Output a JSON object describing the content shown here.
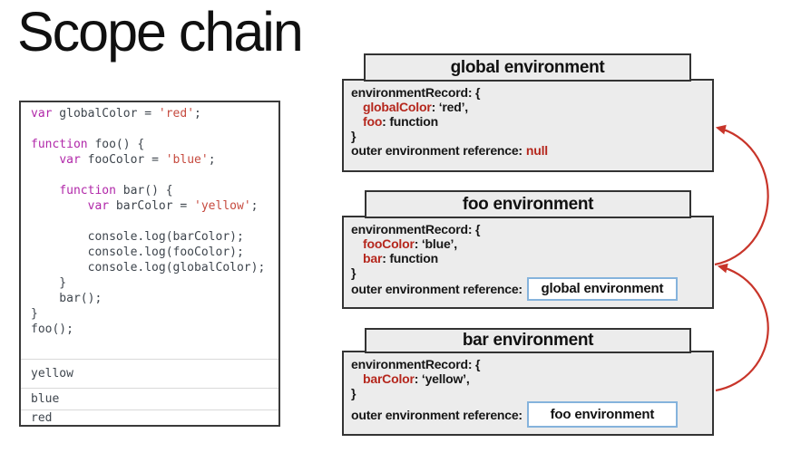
{
  "title": "Scope chain",
  "code_panel": {
    "lines": [
      [
        {
          "t": "var",
          "c": "kw"
        },
        {
          "t": " globalColor = ",
          "c": "pl"
        },
        {
          "t": "'red'",
          "c": "st"
        },
        {
          "t": ";",
          "c": "pl"
        }
      ],
      [],
      [
        {
          "t": "function",
          "c": "kw"
        },
        {
          "t": " foo() {",
          "c": "pl"
        }
      ],
      [
        {
          "t": "    ",
          "c": "pl"
        },
        {
          "t": "var",
          "c": "kw"
        },
        {
          "t": " fooColor = ",
          "c": "pl"
        },
        {
          "t": "'blue'",
          "c": "st"
        },
        {
          "t": ";",
          "c": "pl"
        }
      ],
      [],
      [
        {
          "t": "    ",
          "c": "pl"
        },
        {
          "t": "function",
          "c": "kw"
        },
        {
          "t": " bar() {",
          "c": "pl"
        }
      ],
      [
        {
          "t": "        ",
          "c": "pl"
        },
        {
          "t": "var",
          "c": "kw"
        },
        {
          "t": " barColor = ",
          "c": "pl"
        },
        {
          "t": "'yellow'",
          "c": "st"
        },
        {
          "t": ";",
          "c": "pl"
        }
      ],
      [],
      [
        {
          "t": "        console.log(barColor);",
          "c": "pl"
        }
      ],
      [
        {
          "t": "        console.log(fooColor);",
          "c": "pl"
        }
      ],
      [
        {
          "t": "        console.log(globalColor);",
          "c": "pl"
        }
      ],
      [
        {
          "t": "    }",
          "c": "pl"
        }
      ],
      [
        {
          "t": "    bar();",
          "c": "pl"
        }
      ],
      [
        {
          "t": "}",
          "c": "pl"
        }
      ],
      [
        {
          "t": "foo();",
          "c": "pl"
        }
      ]
    ],
    "console_output": [
      "yellow",
      "blue",
      "red"
    ]
  },
  "environments": [
    {
      "name": "global",
      "title": "global environment",
      "record_lines": [
        {
          "indent": false,
          "segments": [
            {
              "text": "environmentRecord: {"
            }
          ]
        },
        {
          "indent": true,
          "segments": [
            {
              "text": "globalColor",
              "color": "red"
            },
            {
              "text": ": ‘red’,"
            }
          ]
        },
        {
          "indent": true,
          "segments": [
            {
              "text": "foo",
              "color": "red"
            },
            {
              "text": ": function"
            }
          ]
        },
        {
          "indent": false,
          "segments": [
            {
              "text": "}"
            }
          ]
        }
      ],
      "outer_label": "outer environment reference:",
      "outer_value": "null"
    },
    {
      "name": "foo",
      "title": "foo environment",
      "record_lines": [
        {
          "indent": false,
          "segments": [
            {
              "text": "environmentRecord: {"
            }
          ]
        },
        {
          "indent": true,
          "segments": [
            {
              "text": "fooColor",
              "color": "red"
            },
            {
              "text": ": ‘blue’,"
            }
          ]
        },
        {
          "indent": true,
          "segments": [
            {
              "text": "bar",
              "color": "red"
            },
            {
              "text": ": function"
            }
          ]
        },
        {
          "indent": false,
          "segments": [
            {
              "text": "}"
            }
          ]
        }
      ],
      "outer_label": "outer environment reference:",
      "outer_ref_box": "global environment"
    },
    {
      "name": "bar",
      "title": "bar environment",
      "record_lines": [
        {
          "indent": false,
          "segments": [
            {
              "text": "environmentRecord: {"
            }
          ]
        },
        {
          "indent": true,
          "segments": [
            {
              "text": "barColor",
              "color": "red"
            },
            {
              "text": ": ‘yellow’,"
            }
          ]
        },
        {
          "indent": false,
          "segments": [
            {
              "text": "}"
            }
          ]
        }
      ],
      "outer_label": "outer environment reference:",
      "outer_ref_box": "foo environment"
    }
  ],
  "arrows": [
    {
      "from": "foo environment",
      "to": "global environment"
    },
    {
      "from": "bar environment",
      "to": "foo environment"
    }
  ],
  "colors": {
    "highlight_red": "#b5271d",
    "arrow_red": "#c8352a",
    "keyword_magenta": "#b128a9",
    "string_red": "#c64a3f",
    "code_text": "#3e454d",
    "box_fill": "#ececec",
    "box_border": "#333333",
    "ref_box_border": "#85b3dc"
  }
}
